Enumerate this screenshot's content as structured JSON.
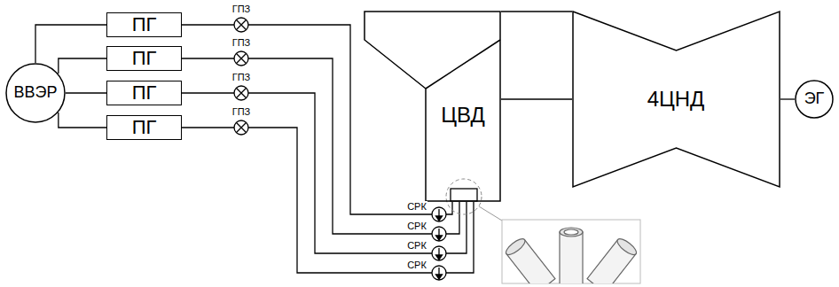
{
  "diagram": {
    "nodes": [
      {
        "text": [
          "ВВЭР"
        ]
      },
      {
        "text": [
          "ПГ"
        ]
      },
      {
        "text": [
          "ПГ"
        ]
      },
      {
        "text": [
          "ПГ"
        ]
      },
      {
        "text": [
          "ПГ"
        ]
      },
      {
        "text": [
          "ЦВД"
        ]
      },
      {
        "text": [
          "4ЦНД"
        ]
      },
      {
        "text": [
          "ЭГ"
        ]
      }
    ],
    "edges": [
      {
        "from": 0,
        "to": 1,
        "arrow": "none"
      },
      {
        "from": 0,
        "to": 2,
        "arrow": "none"
      },
      {
        "from": 0,
        "to": 3,
        "arrow": "none"
      },
      {
        "from": 0,
        "to": 4,
        "arrow": "none"
      },
      {
        "from": 1,
        "to": 5,
        "arrow": "none"
      },
      {
        "from": 2,
        "to": 5,
        "arrow": "none"
      },
      {
        "from": 3,
        "to": 5,
        "arrow": "none"
      },
      {
        "from": 4,
        "to": 5,
        "arrow": "none"
      },
      {
        "from": 5,
        "to": 6,
        "arrow": "none"
      },
      {
        "from": 5,
        "to": 6,
        "arrow": "none"
      },
      {
        "from": 6,
        "to": 7,
        "arrow": "none"
      }
    ],
    "labels": [
      "ГПЗ",
      "ГПЗ",
      "ГПЗ",
      "ГПЗ",
      "СРК",
      "СРК",
      "СРК",
      "СРК"
    ]
  }
}
